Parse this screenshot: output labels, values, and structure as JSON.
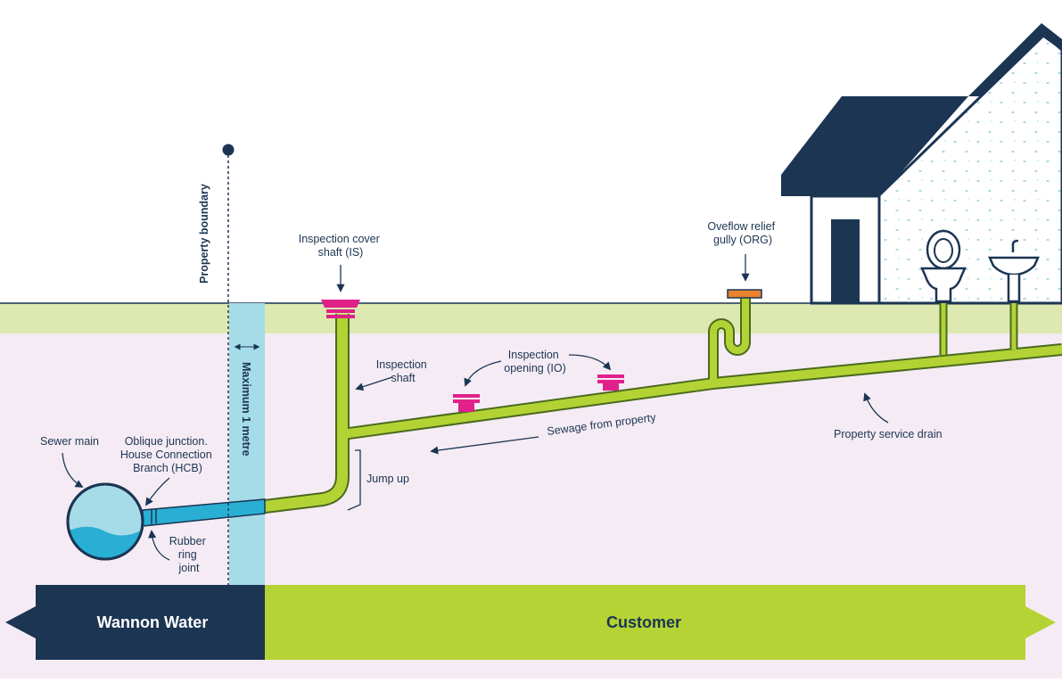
{
  "colors": {
    "navy": "#1b3553",
    "ground": "#dde9b0",
    "soil": "#f5ebf4",
    "pipe": "#b3d334",
    "pipe_outline": "#4a6a1f",
    "water_pipe": "#29afd4",
    "boundary_zone": "#a6dbe8",
    "fitting": "#e0218a",
    "gully_cap": "#e8822e",
    "customer_band": "#b5d334"
  },
  "labels": {
    "property_boundary": "Property boundary",
    "max_1_metre": "Maximum 1 metre",
    "inspection_cover_shaft_line1": "Inspection cover",
    "inspection_cover_shaft_line2": "shaft (IS)",
    "inspection_shaft_line1": "Inspection",
    "inspection_shaft_line2": "shaft",
    "inspection_opening_line1": "Inspection",
    "inspection_opening_line2": "opening (IO)",
    "overflow_gully_line1": "Oveflow relief",
    "overflow_gully_line2": "gully (ORG)",
    "sewage_from_property": "Sewage from property",
    "property_service_drain": "Property service drain",
    "sewer_main": "Sewer main",
    "oblique_junction_line1": "Oblique junction.",
    "oblique_junction_line2": "House Connection",
    "oblique_junction_line3": "Branch (HCB)",
    "rubber_ring_line1": "Rubber",
    "rubber_ring_line2": "ring",
    "rubber_ring_line3": "joint",
    "jump_up": "Jump up"
  },
  "bands": {
    "utility": "Wannon Water",
    "customer": "Customer"
  }
}
